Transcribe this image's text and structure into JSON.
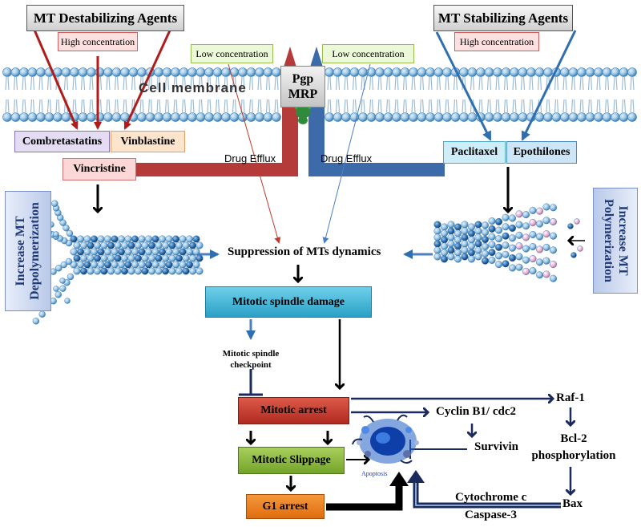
{
  "agents": {
    "destabilizing_title": "MT Destabilizing Agents",
    "stabilizing_title": "MT Stabilizing Agents",
    "high_concentration_left": "High concentration",
    "high_concentration_right": "High concentration",
    "low_concentration_left": "Low concentration",
    "low_concentration_right": "Low concentration"
  },
  "membrane": {
    "label": "Cell membrane",
    "pump_line1": "Pgp",
    "pump_line2": "MRP"
  },
  "drugs": {
    "combretastatins": "Combretastatins",
    "vinblastine": "Vinblastine",
    "vincristine": "Vincristine",
    "paclitaxel": "Paclitaxel",
    "epothilones": "Epothilones"
  },
  "efflux": {
    "left": "Drug Efflux",
    "right": "Drug Efflux"
  },
  "side_labels": {
    "left_line1": "Increase MT",
    "left_line2": "Depolymerization",
    "right_line1": "Increase MT",
    "right_line2": "Polymerization"
  },
  "pathway": {
    "suppression": "Suppression of MTs dynamics",
    "spindle_damage": "Mitotic spindle damage",
    "checkpoint_line1": "Mitotic spindle",
    "checkpoint_line2": "checkpoint",
    "mitotic_arrest": "Mitotic arrest",
    "mitotic_slippage": "Mitotic Slippage",
    "g1_arrest": "G1 arrest",
    "cyclin": "Cyclin B1/ cdc2",
    "survivin": "Survivin",
    "raf1": "Raf-1",
    "bcl2_line1": "Bcl-2",
    "bcl2_line2": "phosphorylation",
    "bax": "Bax",
    "cytochrome": "Cytochrome c",
    "caspase": "Caspase-3",
    "apoptosis": "Apoptosis"
  },
  "colors": {
    "red_arrow": "#b01c1c",
    "blue_arrow": "#2f6fb0",
    "navy_arrow": "#1a2a5c",
    "efflux_red": "#b53b3b",
    "efflux_blue": "#3d6aa8",
    "mitotic_arrest_fill": "#c23a2c",
    "slippage_fill": "#8dbb3e",
    "g1_fill": "#ee7d1e",
    "spindle_fill": "#3fb7d8",
    "microtubule": "#3f7fb5"
  },
  "icons": {
    "apoptotic_cell": "apoptotic-cell-icon",
    "pump": "pgp-pump-icon",
    "microtubule_left": "depolymerizing-microtubule-icon",
    "microtubule_right": "polymerizing-microtubule-icon"
  }
}
